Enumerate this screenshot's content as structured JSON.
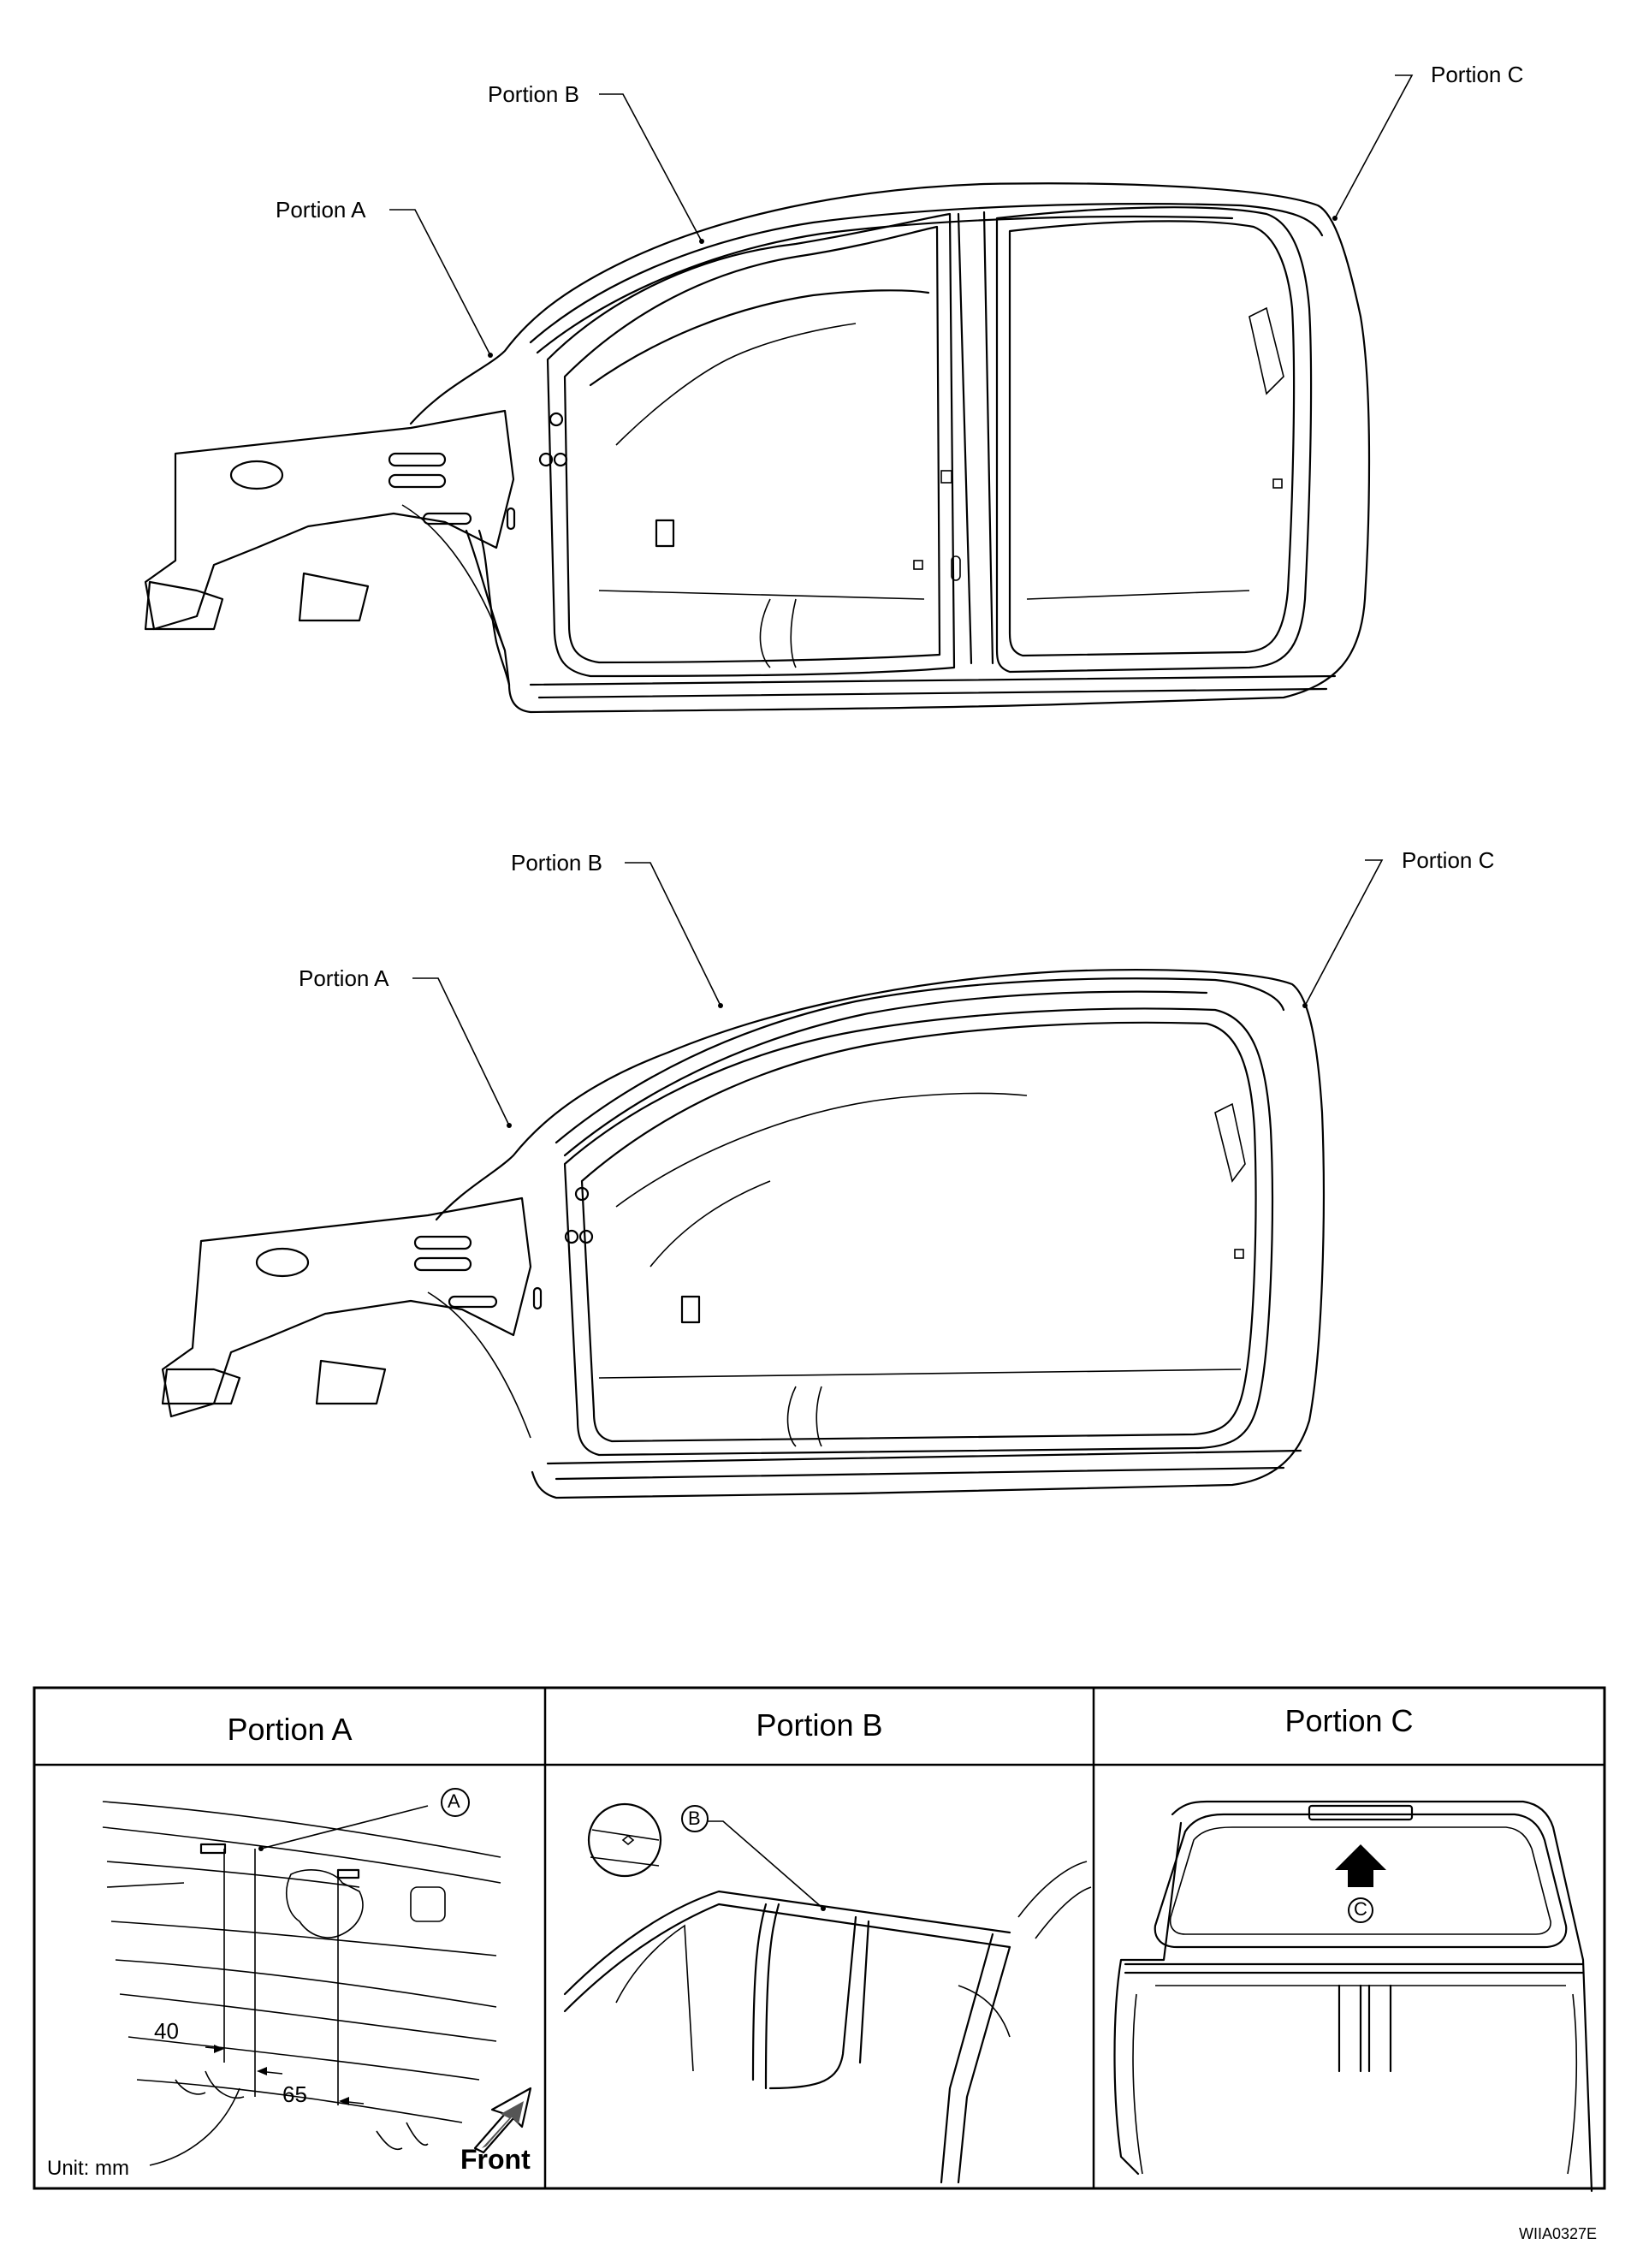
{
  "diagram1": {
    "portion_a": "Portion A",
    "portion_b": "Portion B",
    "portion_c": "Portion C"
  },
  "diagram2": {
    "portion_a": "Portion A",
    "portion_b": "Portion B",
    "portion_c": "Portion C"
  },
  "detail_table": {
    "headers": [
      "Portion A",
      "Portion B",
      "Portion C"
    ],
    "portion_a": {
      "callout": "A",
      "dim_1": "40",
      "dim_2": "65",
      "unit": "Unit: mm",
      "front_label": "Front"
    },
    "portion_b": {
      "callout": "B"
    },
    "portion_c": {
      "callout": "C"
    }
  },
  "figure_code": "WIIA0327E"
}
